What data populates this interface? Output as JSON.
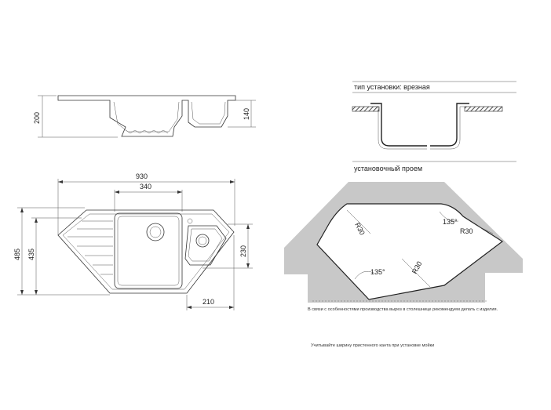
{
  "dimensions": {
    "side_height": "200",
    "side_bowl_depth": "140",
    "overall_width": "930",
    "bowl_width": "340",
    "overall_depth": "485",
    "inner_depth": "435",
    "small_bowl_depth": "230",
    "small_bowl_width": "210"
  },
  "install": {
    "type_label": "тип установки: врезная",
    "cutout_label": "установочный проем",
    "radius_1": "R30",
    "radius_2": "R30",
    "radius_3": "R30",
    "angle_1": "135°",
    "angle_2": "135°"
  },
  "notes": {
    "cutout_note": "В связи с особенностями производства вырез в столешнице рекомендуем делать с изделия.",
    "edge_note": "Учитывайте ширину пристенного канта при установке мойки"
  },
  "colors": {
    "cutout_fill": "#c8c8c8",
    "line": "#333333"
  }
}
